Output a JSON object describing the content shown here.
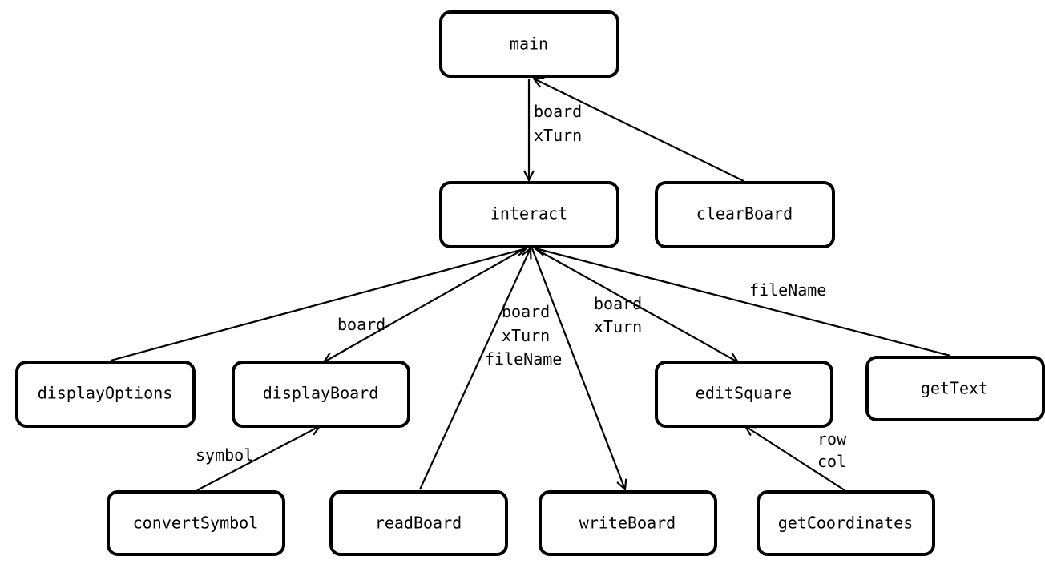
{
  "nodes": {
    "main": "main",
    "interact": "interact",
    "clearBoard": "clearBoard",
    "displayOptions": "displayOptions",
    "displayBoard": "displayBoard",
    "editSquare": "editSquare",
    "getText": "getText",
    "convertSymbol": "convertSymbol",
    "readBoard": "readBoard",
    "writeBoard": "writeBoard",
    "getCoordinates": "getCoordinates"
  },
  "edge_labels": {
    "main_interact": [
      "board",
      "xTurn"
    ],
    "interact_displayBoard": [
      "board"
    ],
    "readBoard_interact": [
      "board",
      "xTurn",
      "fileName"
    ],
    "interact_editSquare": [
      "board",
      "xTurn"
    ],
    "getText_interact": [
      "fileName"
    ],
    "convertSymbol_displayBoard": [
      "symbol"
    ],
    "getCoordinates_editSquare": [
      "row",
      "col"
    ]
  },
  "edges": [
    {
      "from": "main",
      "to": "interact",
      "label": "main_interact"
    },
    {
      "from": "clearBoard",
      "to": "main"
    },
    {
      "from": "displayOptions",
      "to": "interact"
    },
    {
      "from": "interact",
      "to": "displayBoard",
      "label": "interact_displayBoard"
    },
    {
      "from": "readBoard",
      "to": "interact",
      "label": "readBoard_interact"
    },
    {
      "from": "interact",
      "to": "writeBoard"
    },
    {
      "from": "interact",
      "to": "editSquare",
      "label": "interact_editSquare"
    },
    {
      "from": "getText",
      "to": "interact",
      "label": "getText_interact"
    },
    {
      "from": "convertSymbol",
      "to": "displayBoard",
      "label": "convertSymbol_displayBoard"
    },
    {
      "from": "getCoordinates",
      "to": "editSquare",
      "label": "getCoordinates_editSquare"
    }
  ]
}
